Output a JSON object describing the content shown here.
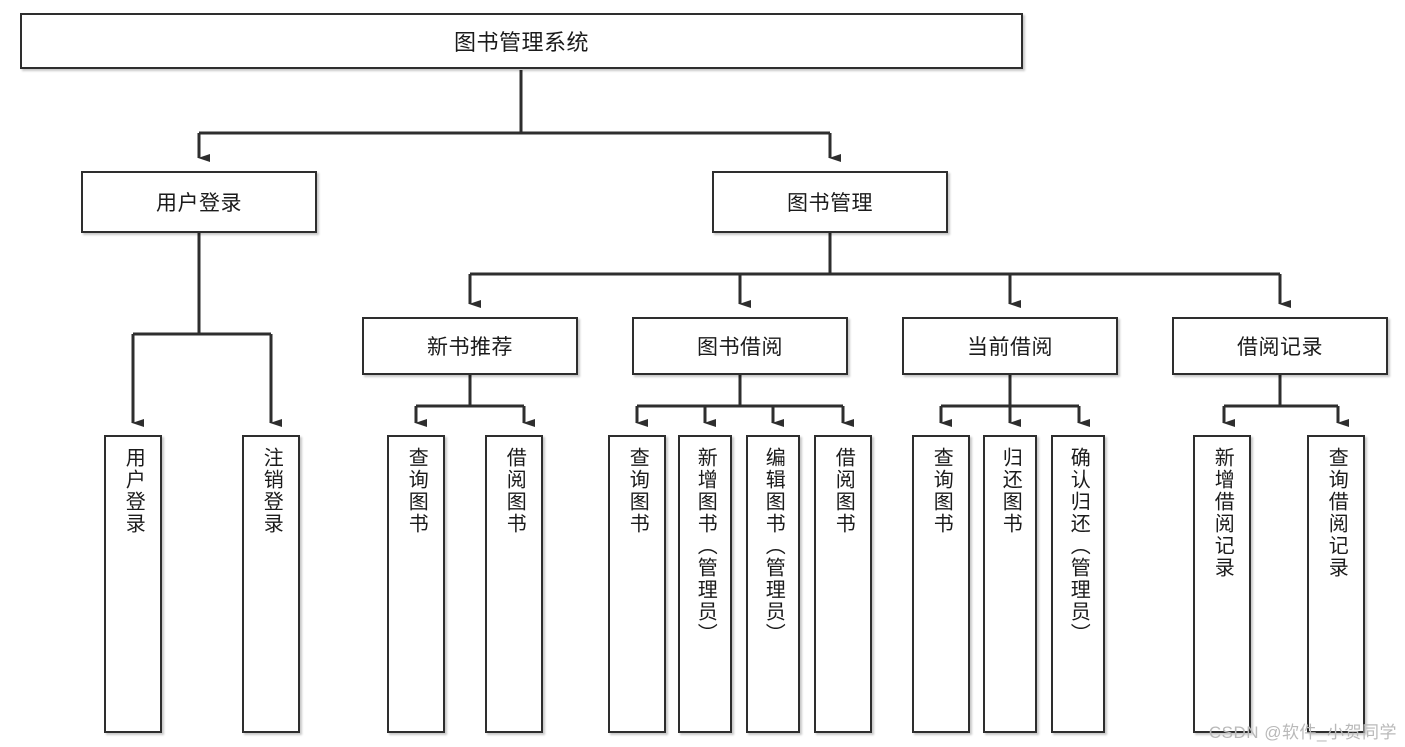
{
  "diagram": {
    "type": "tree-hierarchy",
    "title": "图书管理系统",
    "orientation": "top-down",
    "watermark": "CSDN @软件_小贺同学",
    "colors": {
      "box_border": "#2e2e2e",
      "box_fill": "#ffffff",
      "connector": "#2e2e2e",
      "text": "#1b1b1b",
      "watermark": "#b9b9b9",
      "background": "#ffffff"
    },
    "nodes": {
      "root": {
        "label": "图书管理系统",
        "level": 1
      },
      "l2": [
        {
          "id": "user-login",
          "label": "用户登录",
          "level": 2
        },
        {
          "id": "book-management",
          "label": "图书管理",
          "level": 2
        }
      ],
      "l3": [
        {
          "id": "new-book-recommend",
          "label": "新书推荐",
          "level": 3,
          "parent": "book-management"
        },
        {
          "id": "book-borrow",
          "label": "图书借阅",
          "level": 3,
          "parent": "book-management"
        },
        {
          "id": "current-borrow",
          "label": "当前借阅",
          "level": 3,
          "parent": "book-management"
        },
        {
          "id": "borrow-record",
          "label": "借阅记录",
          "level": 3,
          "parent": "book-management"
        }
      ],
      "leaves": [
        {
          "id": "leaf-user-login",
          "label": "用户登录",
          "parent": "user-login"
        },
        {
          "id": "leaf-logout-login",
          "label": "注销登录",
          "parent": "user-login"
        },
        {
          "id": "leaf-query-book-1",
          "label": "查询图书",
          "parent": "new-book-recommend"
        },
        {
          "id": "leaf-borrow-book-1",
          "label": "借阅图书",
          "parent": "new-book-recommend"
        },
        {
          "id": "leaf-query-book-2",
          "label": "查询图书",
          "parent": "book-borrow"
        },
        {
          "id": "leaf-add-book-admin",
          "label": "新增图书（管理员）",
          "parent": "book-borrow"
        },
        {
          "id": "leaf-edit-book-admin",
          "label": "编辑图书（管理员）",
          "parent": "book-borrow"
        },
        {
          "id": "leaf-borrow-book-2",
          "label": "借阅图书",
          "parent": "book-borrow"
        },
        {
          "id": "leaf-query-book-3",
          "label": "查询图书",
          "parent": "current-borrow"
        },
        {
          "id": "leaf-return-book",
          "label": "归还图书",
          "parent": "current-borrow"
        },
        {
          "id": "leaf-confirm-return-admin",
          "label": "确认归还（管理员）",
          "parent": "current-borrow"
        },
        {
          "id": "leaf-add-borrow-record",
          "label": "新增借阅记录",
          "parent": "borrow-record"
        },
        {
          "id": "leaf-query-borrow-record",
          "label": "查询借阅记录",
          "parent": "borrow-record"
        }
      ]
    }
  }
}
